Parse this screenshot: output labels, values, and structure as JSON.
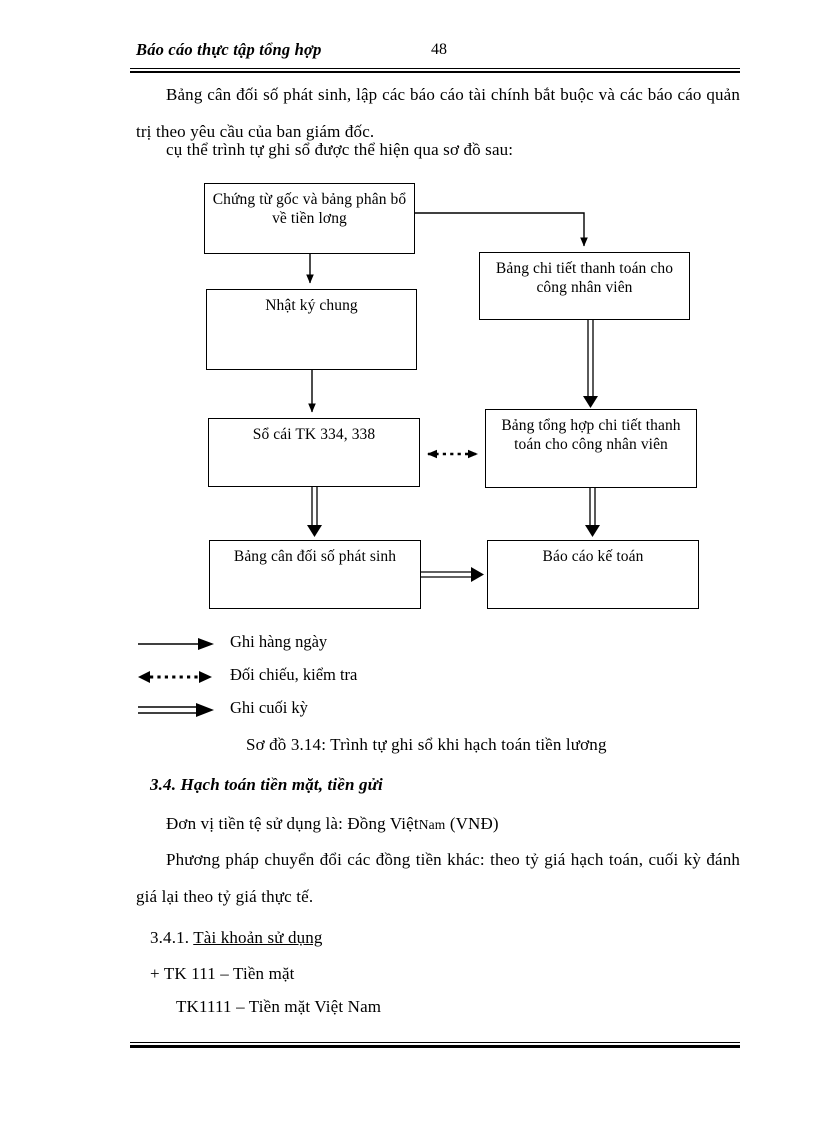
{
  "header": {
    "title": "Báo cáo thực tập tổng hợp",
    "page_number": "48"
  },
  "body": {
    "intro_paragraph": "Bảng cân đối số phát sinh, lập các báo cáo tài chính bắt buộc và các báo cáo quản trị theo yêu cầu của ban giám đốc.",
    "cuthe_paragraph": "cụ thể trình tự ghi sổ được thể hiện qua sơ đồ sau:",
    "figure_caption": "Sơ đồ 3.14: Trình tự ghi sổ khi hạch toán tiền lương",
    "heading_3_4": "3.4. Hạch toán tiền mặt, tiền gửi",
    "donvi_prefix": "Đơn vị tiền tệ sử dụng là: Đồng Việt",
    "donvi_small": "Nam",
    "donvi_suffix": "(VNĐ)",
    "phuongphap_paragraph": "Phương pháp chuyển đổi các đồng tiền khác: theo tỷ giá hạch toán, cuối kỳ đánh giá lại theo tỷ giá thực tế.",
    "heading_3_4_1_number": "3.4.1.",
    "heading_3_4_1_text": "Tài khoản sử dụng",
    "tk111": "+ TK 111 – Tiền mặt",
    "tk1111": "TK1111 – Tiền mặt Việt Nam"
  },
  "chart_data": {
    "type": "diagram",
    "title": "Sơ đồ 3.14: Trình tự ghi sổ khi hạch toán tiền lương",
    "nodes": [
      {
        "id": "chungtu",
        "label": "Chứng từ gốc và bảng phân bổ về tiền lơng"
      },
      {
        "id": "nhatky",
        "label": "Nhật ký chung"
      },
      {
        "id": "socai",
        "label": "Sổ cái TK 334, 338"
      },
      {
        "id": "bangcandoi",
        "label": "Bảng cân đối số phát sinh"
      },
      {
        "id": "bangchitiet",
        "label": "Bảng chi tiết thanh toán cho công nhân viên"
      },
      {
        "id": "bangtonghop",
        "label": "Bảng tổng hợp chi tiết thanh toán cho công nhân viên"
      },
      {
        "id": "baocao",
        "label": "Báo cáo kế toán"
      }
    ],
    "edges": [
      {
        "from": "chungtu",
        "to": "nhatky",
        "style": "daily"
      },
      {
        "from": "chungtu",
        "to": "bangchitiet",
        "style": "daily"
      },
      {
        "from": "nhatky",
        "to": "socai",
        "style": "daily"
      },
      {
        "from": "bangchitiet",
        "to": "bangtonghop",
        "style": "period"
      },
      {
        "from": "socai",
        "to": "bangcandoi",
        "style": "period"
      },
      {
        "from": "socai",
        "to": "bangtonghop",
        "style": "check",
        "bidirectional": true
      },
      {
        "from": "bangtonghop",
        "to": "baocao",
        "style": "period"
      },
      {
        "from": "bangcandoi",
        "to": "baocao",
        "style": "period"
      }
    ]
  },
  "legend": {
    "items": [
      {
        "glyph": "solid-arrow-icon",
        "label": "Ghi hàng ngày"
      },
      {
        "glyph": "dotted-double-arrow-icon",
        "label": "Đối chiếu, kiểm tra"
      },
      {
        "glyph": "double-line-arrow-icon",
        "label": "Ghi cuối kỳ"
      }
    ]
  },
  "colors": {
    "ink": "#000000",
    "paper": "#ffffff"
  }
}
